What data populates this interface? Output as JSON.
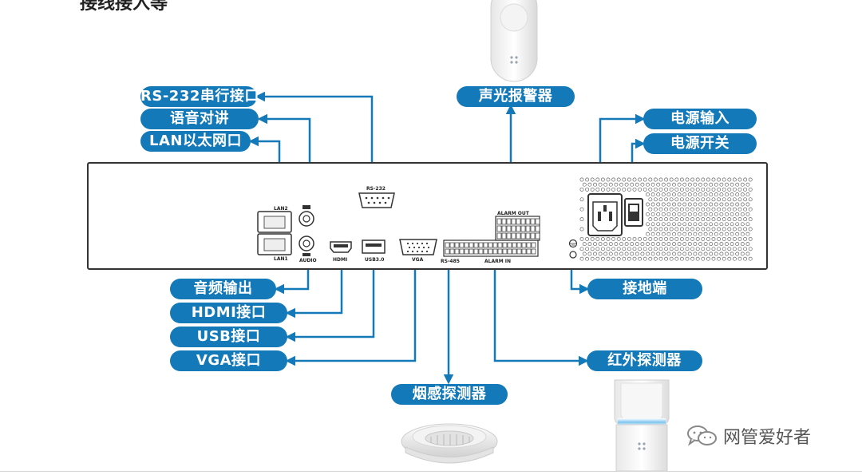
{
  "heading": "接线接入等",
  "labels": {
    "rs232": "RS-232串行接口",
    "voice": "语音对讲",
    "lan": "LAN以太网口",
    "siren": "声光报警器",
    "power_in": "电源输入",
    "power_switch": "电源开关",
    "audio_out": "音频输出",
    "hdmi": "HDMI接口",
    "usb": "USB接口",
    "vga": "VGA接口",
    "ground": "接地端",
    "smoke": "烟感探测器",
    "pir": "红外探测器"
  },
  "panel_text": {
    "lan2": "LAN2",
    "lan1": "LAN1",
    "audio": "AUDIO",
    "rs232": "RS-232",
    "hdmi": "HDMI",
    "usb": "USB3.0",
    "vga": "VGA",
    "rs485": "RS-485",
    "alarm_in": "ALARM IN",
    "alarm_out": "ALARM OUT"
  },
  "watermark": "网管爱好者",
  "colors": {
    "accent": "#1479b8",
    "line": "#1479b8",
    "panel": "#333333"
  }
}
